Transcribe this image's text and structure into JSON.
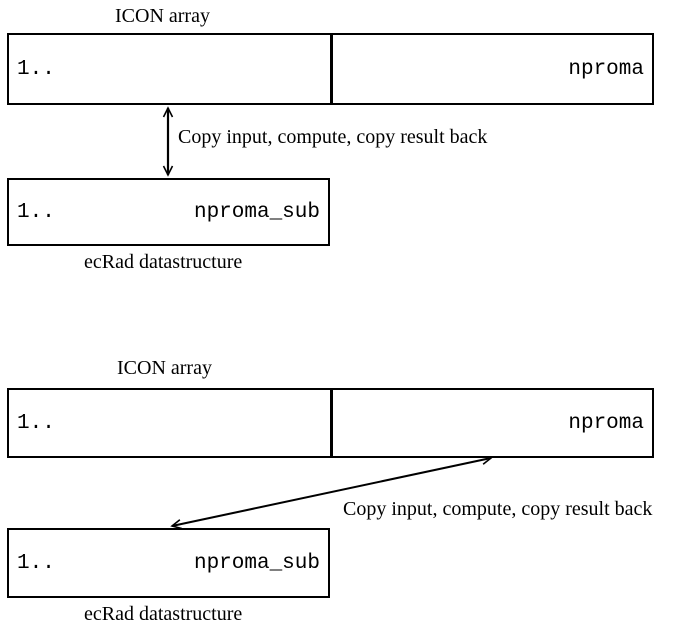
{
  "colors": {
    "ink": "#000000",
    "background": "#ffffff"
  },
  "figures": [
    {
      "title": "ICON array",
      "icon_array_box": {
        "left_label": "1..",
        "right_label": "nproma"
      },
      "transfer_arrow": {
        "style": "vertical-double-headed",
        "label": "Copy input, compute, copy result back"
      },
      "ecrad_box": {
        "left_label": "1..",
        "right_label": "nproma_sub"
      },
      "caption": "ecRad datastructure"
    },
    {
      "title": "ICON array",
      "icon_array_box": {
        "left_label": "1..",
        "right_label": "nproma"
      },
      "transfer_arrow": {
        "style": "diagonal-double-headed",
        "label": "Copy input, compute, copy result back"
      },
      "ecrad_box": {
        "left_label": "1..",
        "right_label": "nproma_sub"
      },
      "caption": "ecRad datastructure"
    }
  ]
}
